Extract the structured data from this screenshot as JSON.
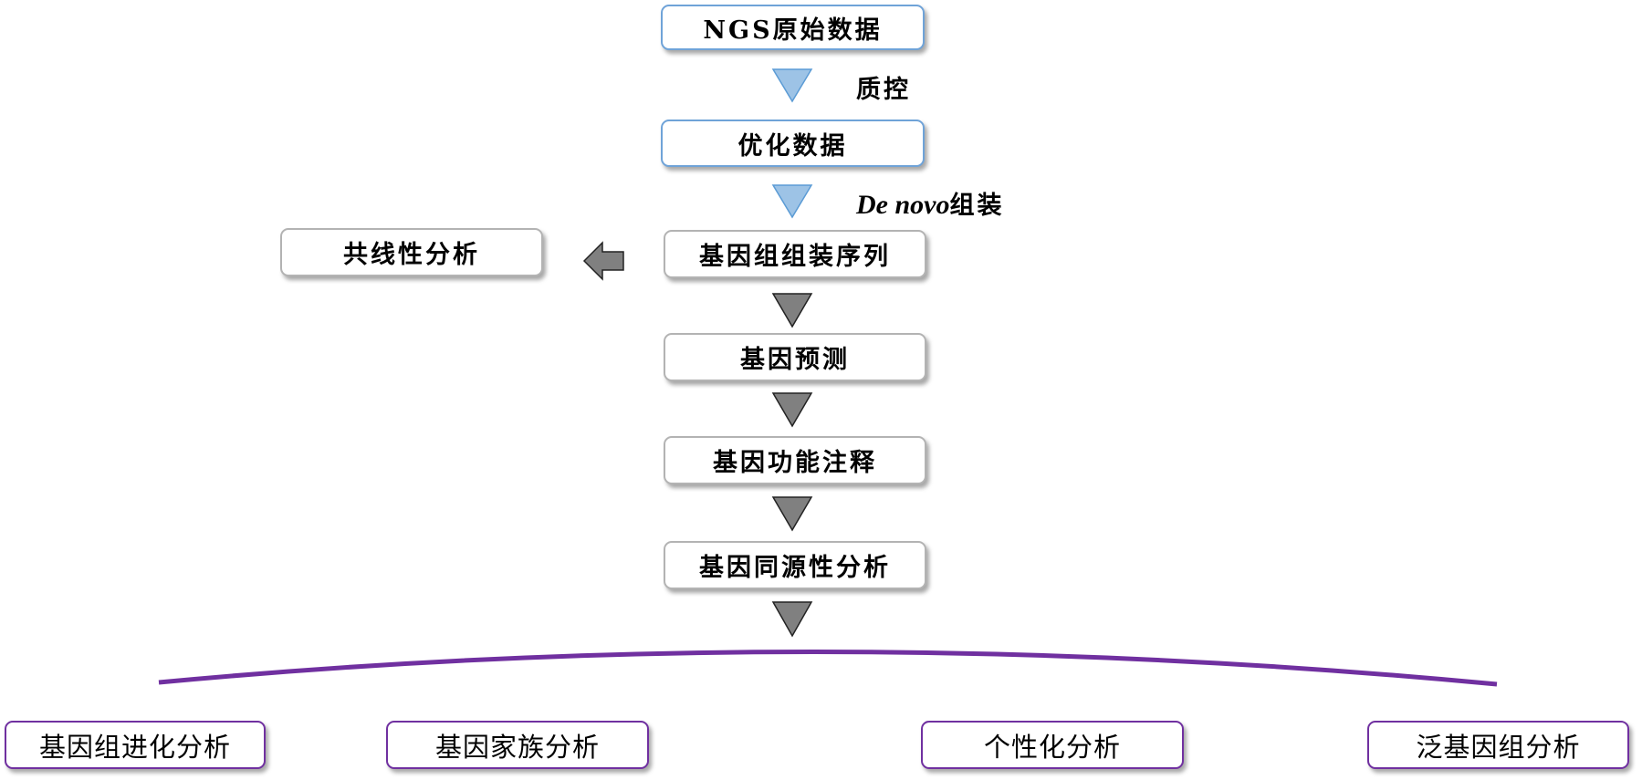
{
  "flow": {
    "raw_data": "NGS原始数据",
    "qc_label": "质控",
    "optimized_data": "优化数据",
    "assembly_label_italic": "De novo",
    "assembly_label_suffix": "组装",
    "assembled_sequence": "基因组组装序列",
    "synteny": "共线性分析",
    "gene_prediction": "基因预测",
    "functional_annotation": "基因功能注释",
    "homology": "基因同源性分析"
  },
  "outcomes": [
    {
      "label": "基因组进化分析"
    },
    {
      "label": "基因家族分析"
    },
    {
      "label": "个性化分析"
    },
    {
      "label": "泛基因组分析"
    }
  ],
  "colors": {
    "blue_border": "#6fa3d8",
    "blue_arrow": "#9dc3e6",
    "gray_arrow": "#808080",
    "purple": "#7030a0"
  }
}
